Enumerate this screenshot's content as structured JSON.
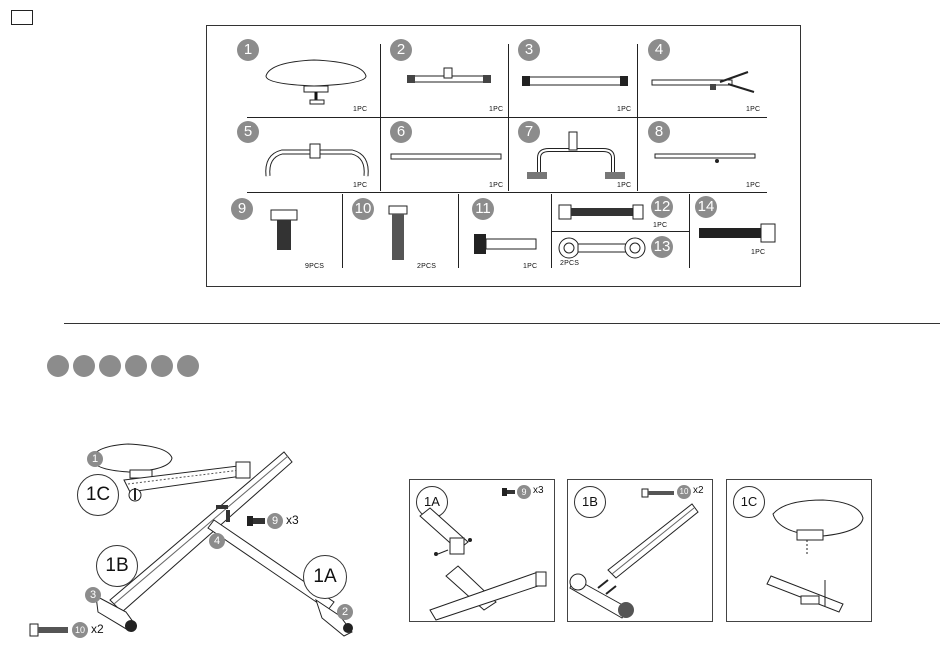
{
  "parts": [
    {
      "num": "1",
      "qty": "1PC"
    },
    {
      "num": "2",
      "qty": "1PC"
    },
    {
      "num": "3",
      "qty": "1PC"
    },
    {
      "num": "4",
      "qty": "1PC"
    },
    {
      "num": "5",
      "qty": "1PC"
    },
    {
      "num": "6",
      "qty": "1PC"
    },
    {
      "num": "7",
      "qty": "1PC"
    },
    {
      "num": "8",
      "qty": "1PC"
    },
    {
      "num": "9",
      "qty": "9PCS"
    },
    {
      "num": "10",
      "qty": "2PCS"
    },
    {
      "num": "11",
      "qty": "1PC"
    },
    {
      "num": "12",
      "qty": "1PC"
    },
    {
      "num": "13",
      "qty": "2PCS"
    },
    {
      "num": "14",
      "qty": "1PC"
    }
  ],
  "assembly": {
    "step_1A": "1A",
    "step_1B": "1B",
    "step_1C": "1C",
    "part_1": "1",
    "part_2": "2",
    "part_3": "3",
    "part_4": "4",
    "part_9": "9",
    "part_10": "10",
    "count_9": "x3",
    "count_10": "x2"
  },
  "detail_boxes": {
    "box_1A": {
      "label": "1A",
      "part": "9",
      "count": "x3"
    },
    "box_1B": {
      "label": "1B",
      "part": "10",
      "count": "x2"
    },
    "box_1C": {
      "label": "1C"
    }
  },
  "colors": {
    "badge": "#8c8c8c",
    "line": "#222222"
  }
}
